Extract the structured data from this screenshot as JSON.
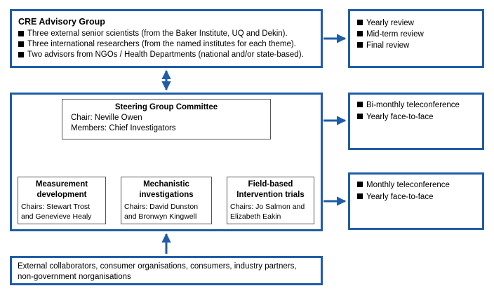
{
  "advisory": {
    "title": "CRE Advisory Group",
    "items": [
      "Three external senior scientists (from the Baker Institute, UQ and Dekin).",
      "Three international researchers (from the named institutes for each theme).",
      "Two advisors from NGOs / Health Departments (national and/or state-based)."
    ]
  },
  "reviews": {
    "items": [
      "Yearly review",
      "Mid-term review",
      "Final review"
    ]
  },
  "steering": {
    "title": "Steering Group Committee",
    "chair": "Chair: Neville Owen",
    "members": "Members: Chief Investigators"
  },
  "measurement": {
    "title_line1": "Measurement",
    "title_line2": "development",
    "chairs_line1": "Chairs: Stewart Trost",
    "chairs_line2": "and Genevieve Healy"
  },
  "mechanistic": {
    "title_line1": "Mechanistic",
    "title_line2": "investigations",
    "chairs_line1": "Chairs: David Dunston",
    "chairs_line2": "and Bronwyn Kingwell"
  },
  "field": {
    "title_line1": "Field-based",
    "title_line2": "Intervention trials",
    "chairs_line1": "Chairs: Jo Salmon and",
    "chairs_line2": "Elizabeth Eakin"
  },
  "steering_meetings": {
    "items": [
      "Bi-monthly teleconference",
      "Yearly face-to-face"
    ]
  },
  "theme_meetings": {
    "items": [
      "Monthly teleconference",
      "Yearly face-to-face"
    ]
  },
  "external": {
    "line1": "External collaborators, consumer organisations, consumers, industry partners,",
    "line2": "non-government norganisations"
  },
  "colors": {
    "accent": "#1f5da8",
    "connector": "#777777"
  }
}
